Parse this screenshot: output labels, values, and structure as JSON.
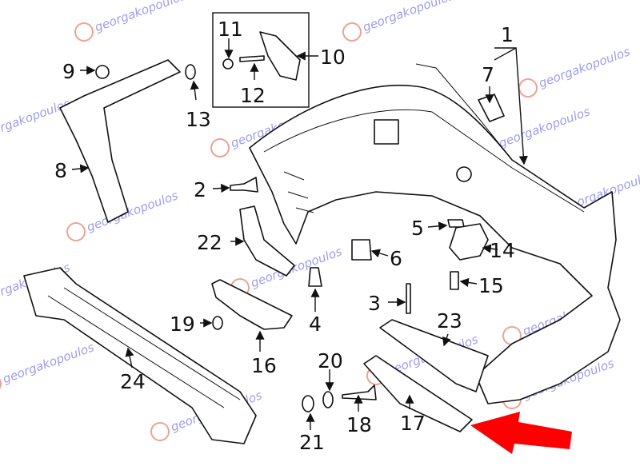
{
  "diagram": {
    "title": "Rear bumper exploded parts diagram",
    "watermark_text": "georgakopoulos",
    "colors": {
      "line": "#111111",
      "arrow": "#ff0000",
      "watermark_logo": "#e8846e",
      "watermark_text": "#7b7bea"
    },
    "callouts": [
      "1",
      "2",
      "3",
      "4",
      "5",
      "6",
      "7",
      "8",
      "9",
      "10",
      "11",
      "12",
      "13",
      "14",
      "15",
      "16",
      "17",
      "18",
      "19",
      "20",
      "21",
      "22",
      "23",
      "24"
    ]
  }
}
